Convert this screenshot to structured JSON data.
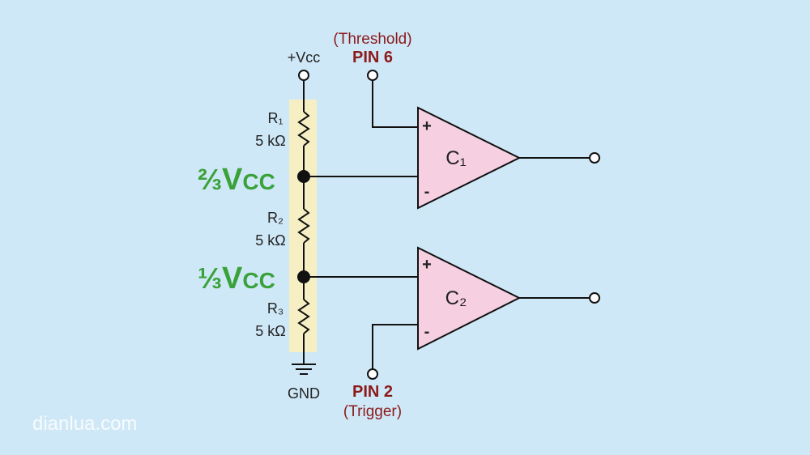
{
  "labels": {
    "vcc": "+Vcc",
    "gnd": "GND",
    "threshold": "(Threshold)",
    "pin6": "PIN 6",
    "pin2": "PIN 2",
    "trigger": "(Trigger)"
  },
  "resistors": [
    {
      "name": "R₁",
      "value": "5 kΩ"
    },
    {
      "name": "R₂",
      "value": "5 kΩ"
    },
    {
      "name": "R₃",
      "value": "5 kΩ"
    }
  ],
  "nodes": [
    {
      "fraction": "⅔",
      "main": "V",
      "sub": "CC"
    },
    {
      "fraction": "⅓",
      "main": "V",
      "sub": "CC"
    }
  ],
  "comparators": [
    {
      "label": "C₁",
      "plus": "+",
      "minus": "-"
    },
    {
      "label": "C₂",
      "plus": "+",
      "minus": "-"
    }
  ],
  "colors": {
    "background": "#cfe8f7",
    "strip": "#f7efc4",
    "comparator_fill": "#f6cfe0",
    "pin_text": "#8b1a1a",
    "node_text": "#3aa23a"
  },
  "watermark": "dianlua.com"
}
